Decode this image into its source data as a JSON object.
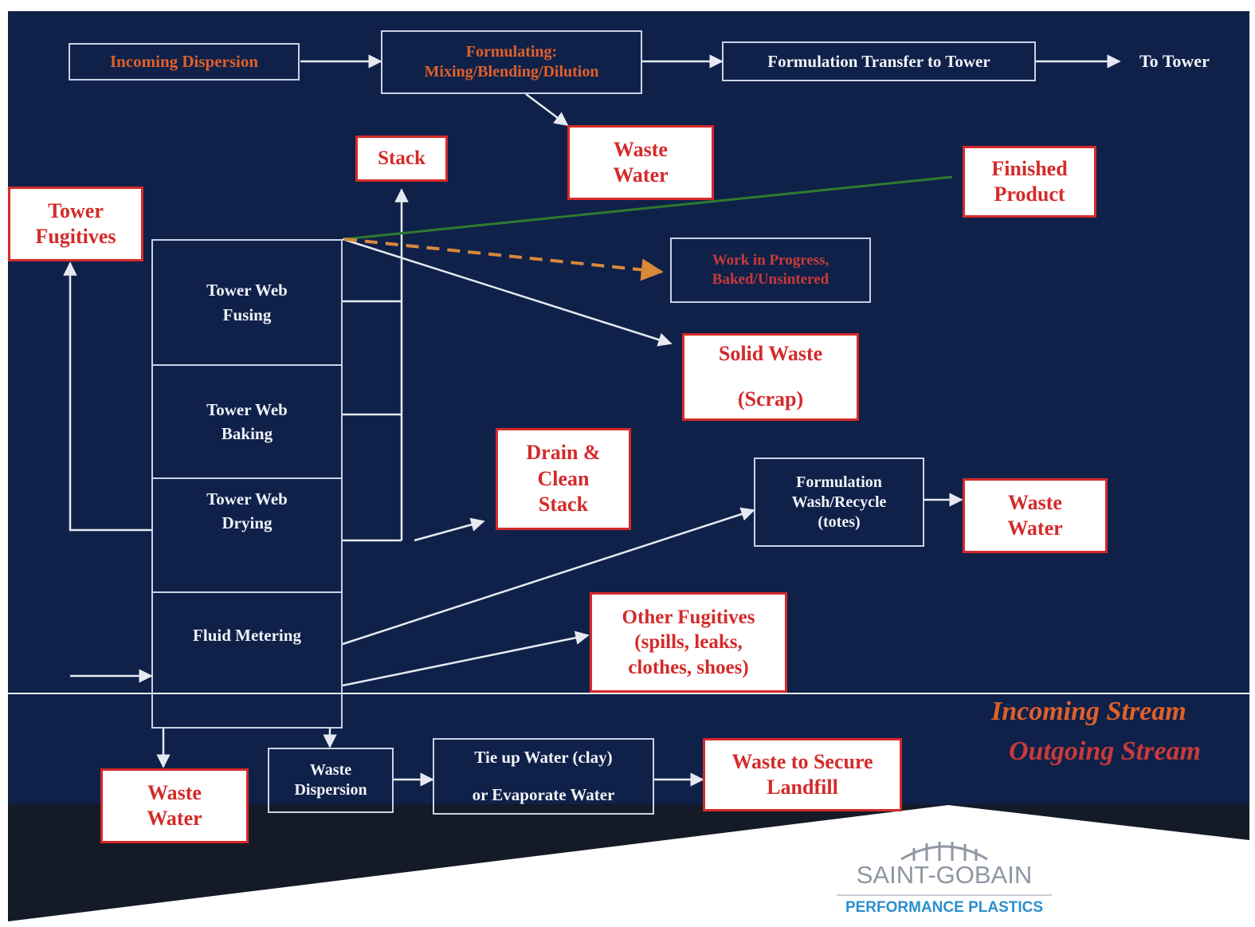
{
  "process": {
    "incoming_dispersion": "Incoming Dispersion",
    "formulating": "Formulating:\nMixing/Blending/Dilution",
    "formulation_transfer": "Formulation Transfer to Tower",
    "to_tower": "To Tower",
    "stack": "Stack",
    "waste_water_top": "Waste\nWater",
    "finished_product": "Finished\nProduct",
    "tower_fugitives": "Tower\nFugitives",
    "work_in_progress": "Work in Progress,\nBaked/Unsintered",
    "solid_waste": "Solid Waste\n\n(Scrap)",
    "drain_clean_stack": "Drain &\nClean\nStack",
    "formulation_wash": "Formulation\nWash/Recycle\n(totes)",
    "waste_water_right": "Waste\nWater",
    "other_fugitives": "Other Fugitives\n(spills, leaks,\nclothes, shoes)",
    "waste_water_bottom": "Waste\nWater",
    "waste_dispersion": "Waste\nDispersion",
    "tie_up_water": "Tie up Water (clay)\n\nor Evaporate Water",
    "secure_landfill": "Waste to Secure\nLandfill"
  },
  "tower": {
    "fusing": "Tower Web\nFusing",
    "baking": "Tower Web\nBaking",
    "drying": "Tower Web\nDrying",
    "fluid_metering": "Fluid Metering"
  },
  "legend": {
    "incoming": "Incoming Stream",
    "outgoing": "Outgoing Stream"
  },
  "logo": {
    "name": "SAINT-GOBAIN",
    "subtitle": "PERFORMANCE PLASTICS"
  },
  "colors": {
    "background": "#0f2149",
    "bottom_band": "#141a26",
    "waste_red": "#d42a2a",
    "incoming_orange": "#e0602a",
    "finished_line_green": "#2f7a2f",
    "wip_dash_orange": "#d9893a",
    "connector_white": "#e6e9f2"
  }
}
